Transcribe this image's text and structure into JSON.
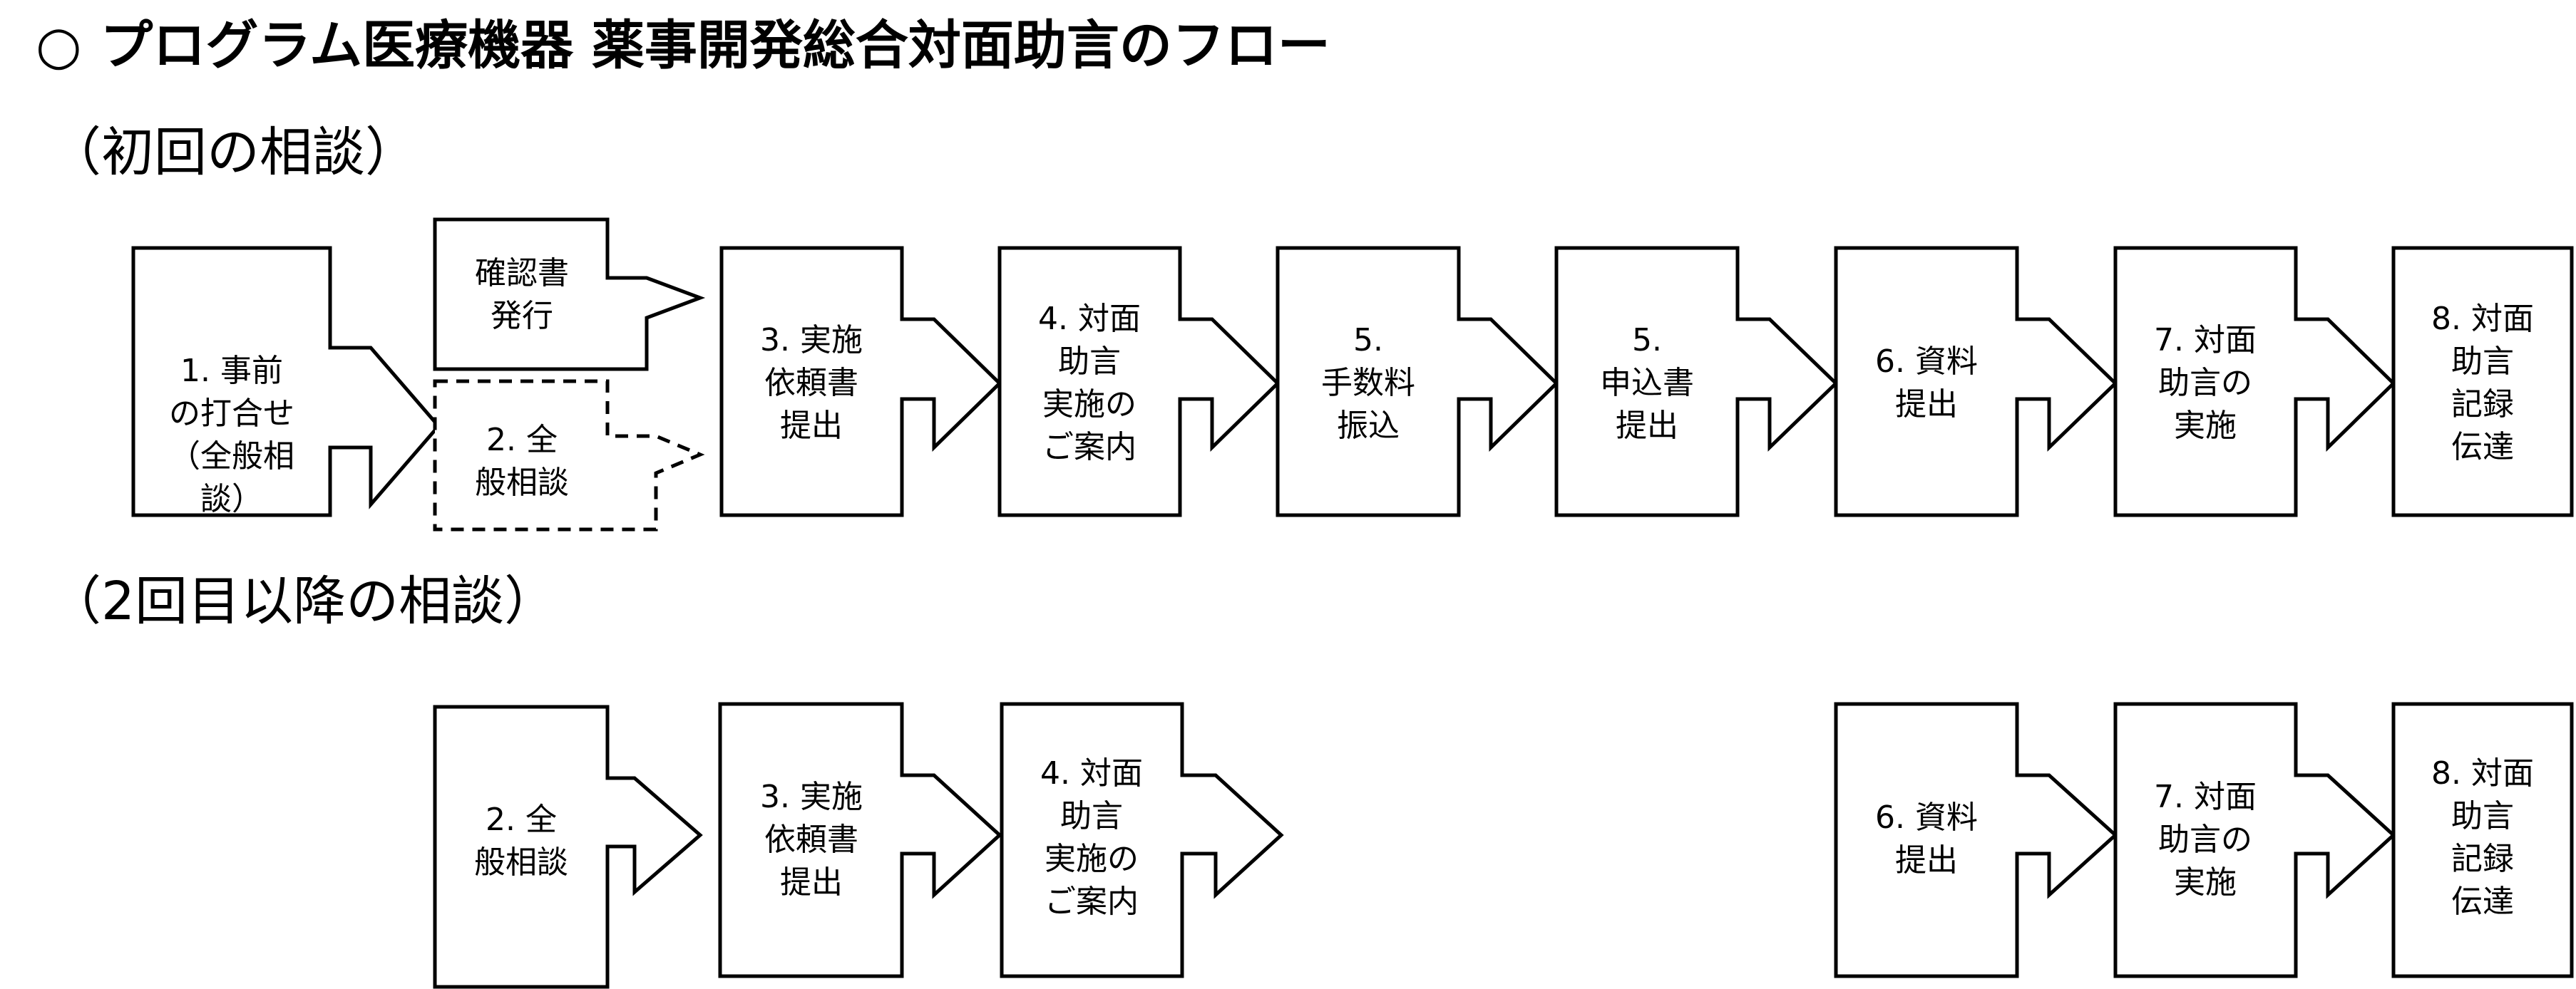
{
  "title": "○ プログラム医療機器 薬事開発総合対面助言のフロー",
  "section_first": "（初回の相談）",
  "section_repeat": "（2回目以降の相談）",
  "first_flow": [
    {
      "id": "f1",
      "lines": [
        "1. 事前",
        "の打合せ",
        "（全般相",
        "談）"
      ]
    },
    {
      "id": "fA",
      "lines": [
        "確認書",
        "発行"
      ]
    },
    {
      "id": "fB",
      "lines": [
        "2. 全",
        "般相談"
      ]
    },
    {
      "id": "f3",
      "lines": [
        "3. 実施",
        "依頼書",
        "提出"
      ]
    },
    {
      "id": "f4",
      "lines": [
        "4. 対面",
        "助言",
        "実施の",
        "ご案内"
      ]
    },
    {
      "id": "f5a",
      "lines": [
        "5.",
        "手数料",
        "振込"
      ]
    },
    {
      "id": "f5b",
      "lines": [
        "5.",
        "申込書",
        "提出"
      ]
    },
    {
      "id": "f6",
      "lines": [
        "6. 資料",
        "提出"
      ]
    },
    {
      "id": "f7",
      "lines": [
        "7. 対面",
        "助言の",
        "実施"
      ]
    },
    {
      "id": "f8",
      "lines": [
        "8. 対面",
        "助言",
        "記録",
        "伝達"
      ]
    }
  ],
  "second_flow": [
    {
      "id": "s2",
      "lines": [
        "2. 全",
        "般相談"
      ]
    },
    {
      "id": "s3",
      "lines": [
        "3. 実施",
        "依頼書",
        "提出"
      ]
    },
    {
      "id": "s4",
      "lines": [
        "4. 対面",
        "助言",
        "実施の",
        "ご案内"
      ]
    },
    {
      "id": "s6",
      "lines": [
        "6. 資料",
        "提出"
      ]
    },
    {
      "id": "s7",
      "lines": [
        "7. 対面",
        "助言の",
        "実施"
      ]
    },
    {
      "id": "s8",
      "lines": [
        "8. 対面",
        "助言",
        "記録",
        "伝達"
      ]
    }
  ]
}
